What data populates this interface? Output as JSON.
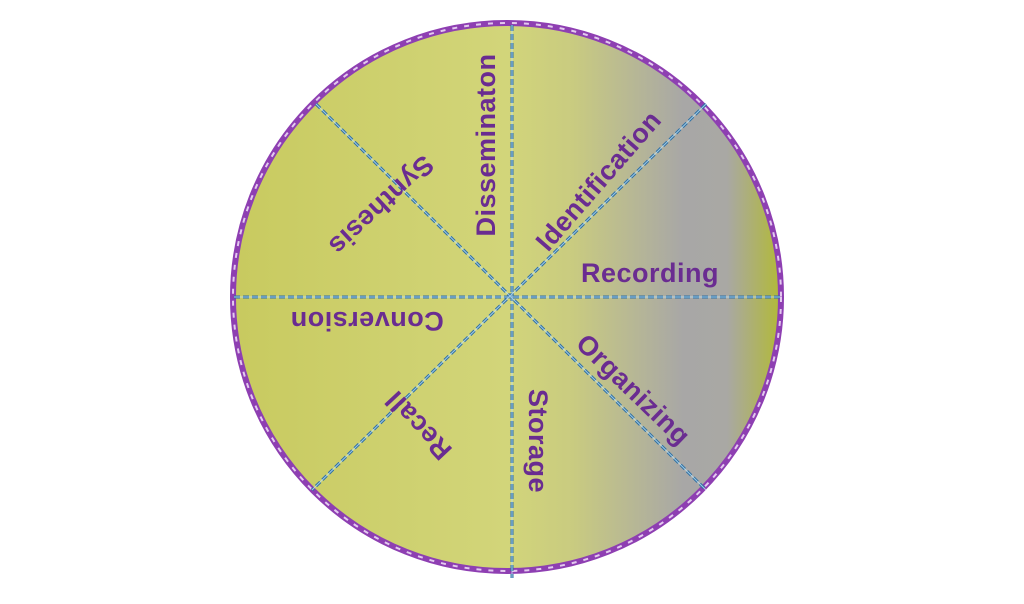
{
  "diagram": {
    "segments": [
      {
        "id": "disseminaton",
        "label": "Disseminaton"
      },
      {
        "id": "identification",
        "label": "Identification"
      },
      {
        "id": "recording",
        "label": "Recording"
      },
      {
        "id": "organizing",
        "label": "Organizing"
      },
      {
        "id": "storage",
        "label": "Storage"
      },
      {
        "id": "recall",
        "label": "Recall"
      },
      {
        "id": "conversion",
        "label": "Conversion"
      },
      {
        "id": "synthesis",
        "label": "Synthesis"
      }
    ],
    "colors": {
      "fill_main": "#cdd06f",
      "fill_right_gray": "#a9a8a6",
      "fill_right_edge": "#b3bb3e",
      "border": "#8e3fb2",
      "divider": "#2f6fa3",
      "label": "#6a2c91"
    }
  }
}
